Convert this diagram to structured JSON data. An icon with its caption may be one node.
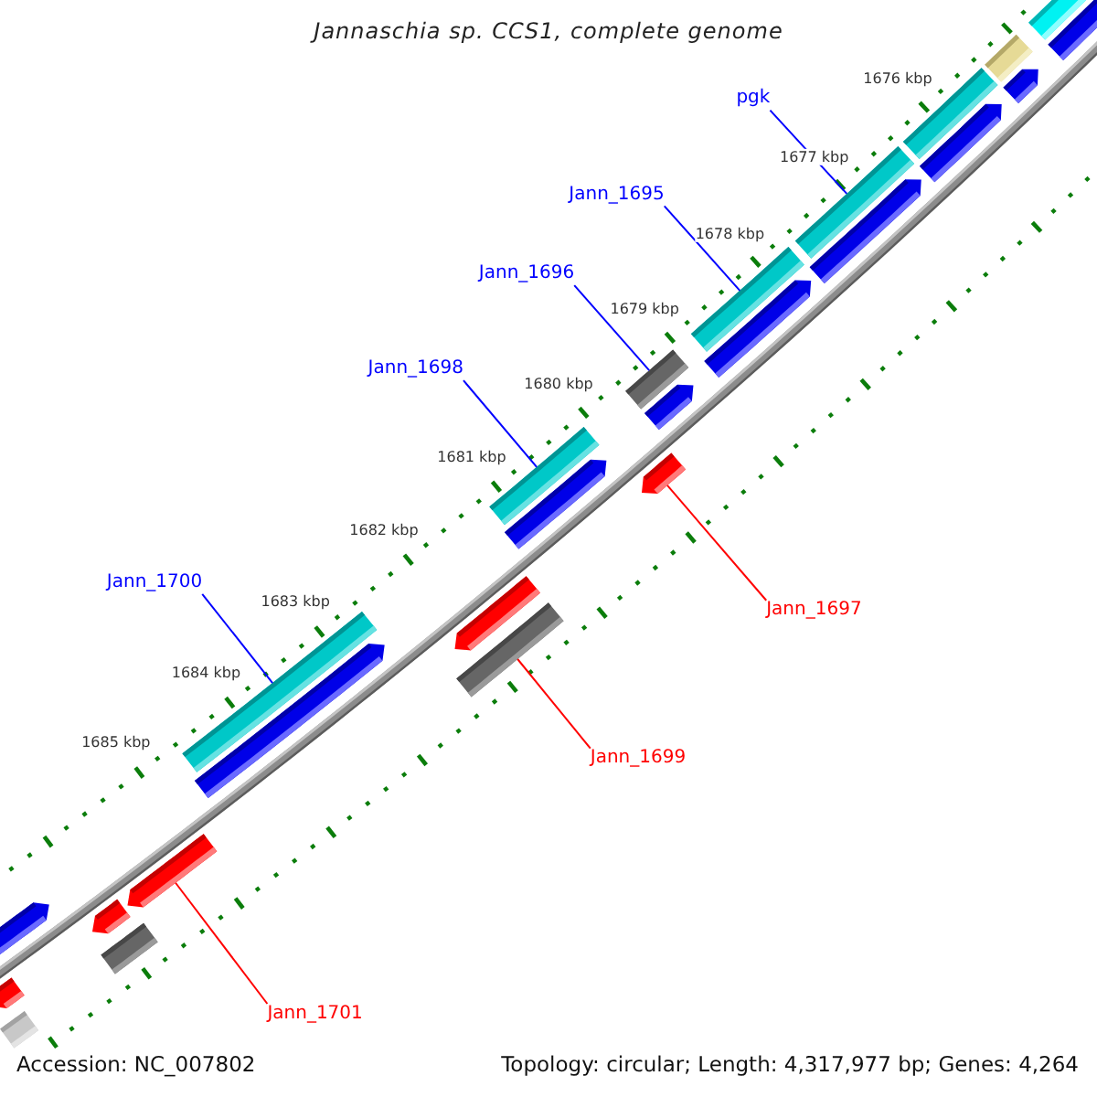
{
  "diagram": {
    "title": "Jannaschia sp. CCS1, complete genome",
    "nodes": [
      {
        "text": [
          "pgk"
        ]
      },
      {
        "text": [
          "Jann_1695"
        ]
      },
      {
        "text": [
          "Jann_1696"
        ]
      },
      {
        "text": [
          "Jann_1698"
        ]
      },
      {
        "text": [
          "Jann_1697"
        ]
      },
      {
        "text": [
          "Jann_1700"
        ]
      },
      {
        "text": [
          "Jann_1699"
        ]
      },
      {
        "text": [
          "Jann_1701"
        ]
      },
      {
        "text": [],
        "shape": "bar"
      },
      {
        "text": [],
        "shape": "bar"
      },
      {
        "text": [],
        "shape": "bar"
      },
      {
        "text": [],
        "shape": "bar"
      },
      {
        "text": [],
        "shape": "pentagon"
      },
      {
        "text": [],
        "shape": "bar"
      },
      {
        "text": [],
        "shape": "bar"
      },
      {
        "text": [],
        "shape": "pentagon"
      }
    ],
    "edges": [
      {
        "from": 0,
        "to": 8,
        "arrow": "none"
      },
      {
        "from": 1,
        "to": 9,
        "arrow": "none"
      },
      {
        "from": 2,
        "to": 10,
        "arrow": "none"
      },
      {
        "from": 3,
        "to": 11,
        "arrow": "none"
      },
      {
        "from": 4,
        "to": 12,
        "arrow": "none",
        "color": "#ff0000"
      },
      {
        "from": 5,
        "to": 13,
        "arrow": "none"
      },
      {
        "from": 6,
        "to": 14,
        "arrow": "none",
        "color": "#ff0000"
      },
      {
        "from": 7,
        "to": 15,
        "arrow": "none",
        "color": "#ff0000"
      }
    ],
    "labels": [
      "1676 kbp",
      "1677 kbp",
      "1678 kbp",
      "1679 kbp",
      "1680 kbp",
      "1681 kbp",
      "1682 kbp",
      "1683 kbp",
      "1684 kbp",
      "1685 kbp",
      "Accession: NC_007802",
      "Topology: circular; Length: 4,317,977 bp; Genes: 4,264"
    ]
  }
}
